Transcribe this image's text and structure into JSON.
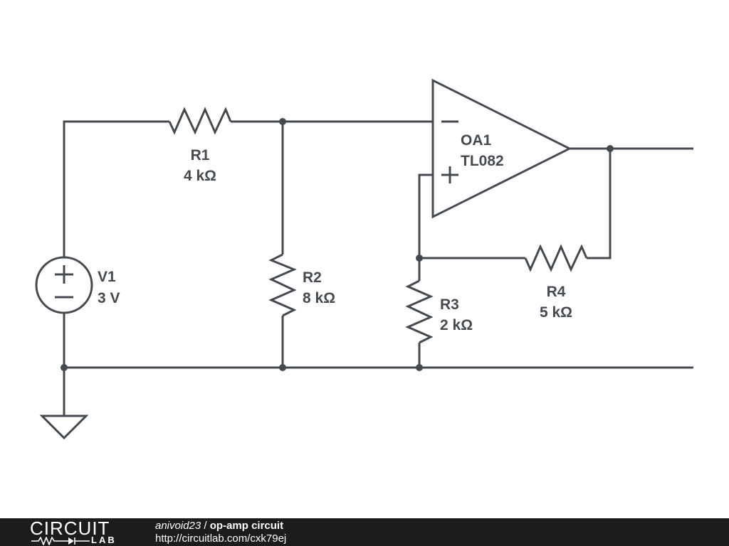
{
  "components": {
    "r1": {
      "name": "R1",
      "value": "4 kΩ"
    },
    "r2": {
      "name": "R2",
      "value": "8 kΩ"
    },
    "r3": {
      "name": "R3",
      "value": "2 kΩ"
    },
    "r4": {
      "name": "R4",
      "value": "5 kΩ"
    },
    "v1": {
      "name": "V1",
      "value": "3 V"
    },
    "oa1": {
      "name": "OA1",
      "model": "TL082"
    }
  },
  "footer": {
    "brand_top": "CIRCUIT",
    "brand_bottom": "LAB",
    "author": "anivoid23",
    "separator": " / ",
    "title": "op-amp circuit",
    "url": "http://circuitlab.com/cxk79ej"
  },
  "colors": {
    "wire": "#444a4f",
    "footer_bg": "#1c1c1c",
    "footer_text": "#ffffff"
  }
}
